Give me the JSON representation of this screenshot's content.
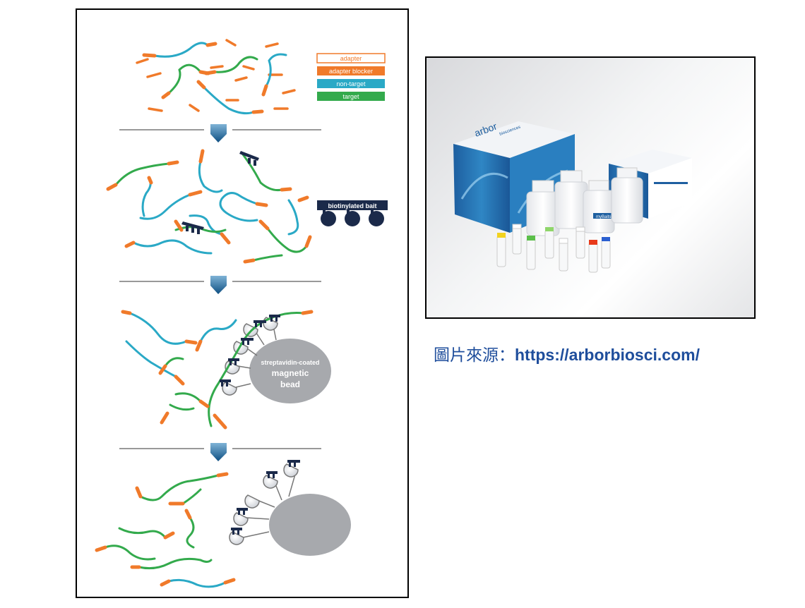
{
  "legend": {
    "adapter": "adapter",
    "adapter_blocker": "adapter blocker",
    "non_target": "non-target",
    "target": "target"
  },
  "bait_label": "biotinylated bait",
  "bead_label": {
    "line1": "streptavidin-coated",
    "line2": "magnetic",
    "line3": "bead"
  },
  "colors": {
    "adapter_blocker": "#f07a2a",
    "non_target": "#2aa9c6",
    "target": "#33aa4c",
    "bait": "#1b2a4a",
    "bead": "#a7a9ad",
    "arrow": "#1d5a86"
  },
  "product_photo": {
    "brand": "arbor",
    "brand_sub": "biosciences",
    "bottle_label": "myBaits"
  },
  "caption": {
    "prefix": "圖片來源：",
    "url": "https://arborbiosci.com/"
  }
}
